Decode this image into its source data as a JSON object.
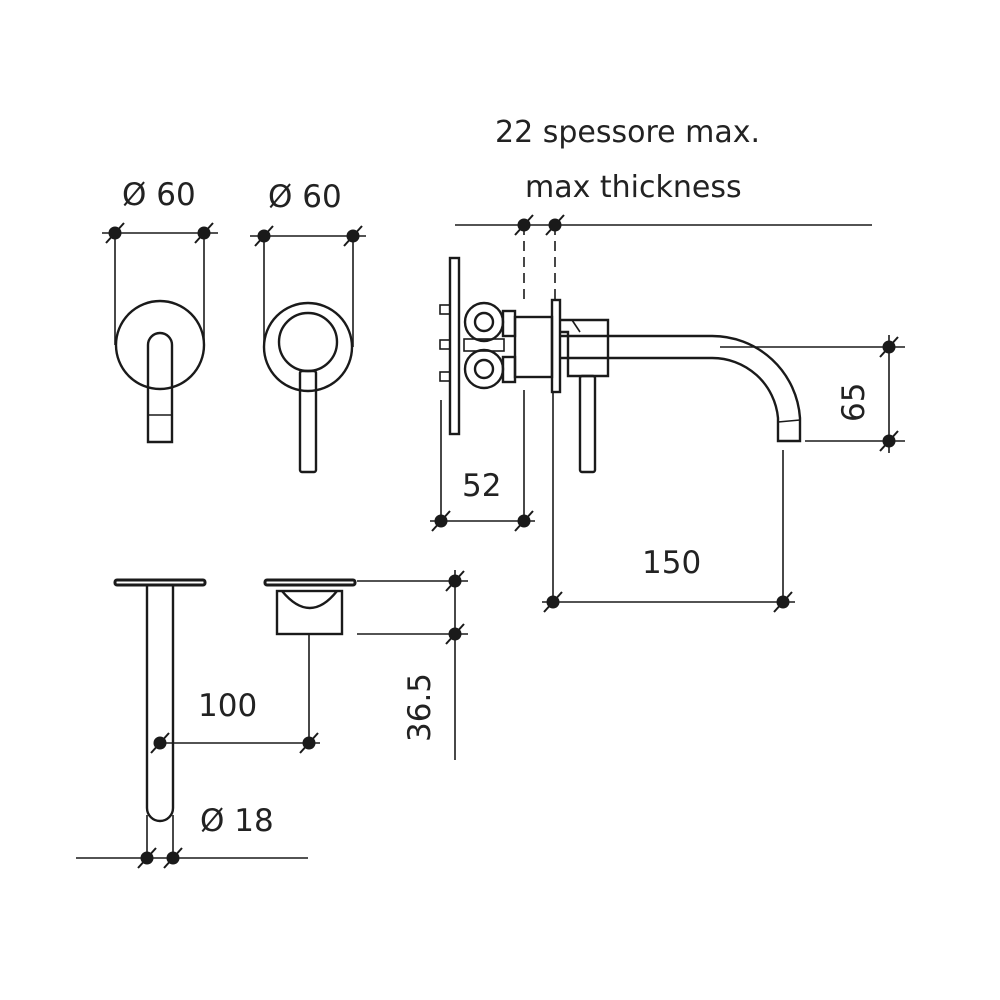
{
  "notes": {
    "thickness_it": "22 spessore max.",
    "thickness_en": "max thickness"
  },
  "dimensions": {
    "dia_left": "Ø 60",
    "dia_right": "Ø 60",
    "depth_52": "52",
    "height_65": "65",
    "spout_150": "150",
    "spacing_100": "100",
    "height_36_5": "36.5",
    "dia_18": "Ø 18"
  },
  "colors": {
    "line": "#1a1a1a",
    "text": "#222222",
    "background": "#ffffff"
  }
}
